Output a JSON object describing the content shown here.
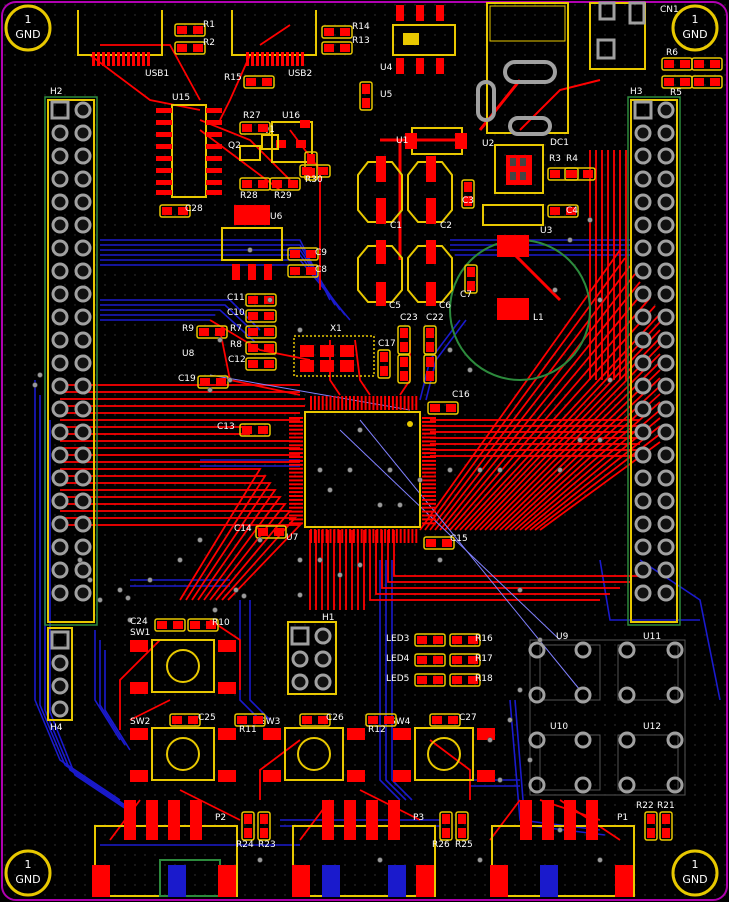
{
  "colors": {
    "background": "#000000",
    "board_outline": "#b000b0",
    "top_copper": "#ff0000",
    "bottom_copper": "#1a1acc",
    "silkscreen": "#f0d000",
    "silk_label": "#ffffff",
    "pad_yellow": "#e8c800",
    "via": "#9a9a9a",
    "grid_dot": "#3a3a3a",
    "hole": "#111111",
    "pad_gray": "#a0a0a0",
    "green_outline": "#2c8a3c",
    "ratsnest": "#8080ff"
  },
  "mounting_holes": [
    {
      "num": "1",
      "net": "GND"
    },
    {
      "num": "1",
      "net": "GND"
    },
    {
      "num": "1",
      "net": "GND"
    },
    {
      "num": "1",
      "net": "GND"
    }
  ],
  "headers": {
    "h2": "H2",
    "h3": "H3",
    "h4": "H4",
    "h1": "H1"
  },
  "designators": {
    "usb1": "USB1",
    "usb2": "USB2",
    "r1": "R1",
    "r2": "R2",
    "r14": "R14",
    "r13": "R13",
    "r15": "R15",
    "u4": "U4",
    "u5": "U5",
    "dc1": "DC1",
    "cn1": "CN1",
    "r6": "R6",
    "r5": "R5",
    "u15": "U15",
    "r27": "R27",
    "u16": "U16",
    "q2": "Q2",
    "q1": "Q1",
    "r28": "R28",
    "r29": "R29",
    "r30": "R30",
    "c28": "C28",
    "u6": "U6",
    "c9": "C9",
    "c8": "C8",
    "u1": "U1",
    "u2": "U2",
    "r3": "R3",
    "r4": "R4",
    "c3": "C3",
    "c4": "C4",
    "c1": "C1",
    "c2": "C2",
    "u3": "U3",
    "c5": "C5",
    "c6": "C6",
    "c7": "C7",
    "l1": "L1",
    "c11": "C11",
    "c10": "C10",
    "r9": "R9",
    "r7": "R7",
    "r8": "R8",
    "u8": "U8",
    "c12": "C12",
    "c19": "C19",
    "x1": "X1",
    "c23": "C23",
    "c22": "C22",
    "c17": "C17",
    "c16": "C16",
    "c13": "C13",
    "c14": "C14",
    "u7": "U7",
    "c15": "C15",
    "c24": "C24",
    "sw1": "SW1",
    "r10": "R10",
    "led3": "LED3",
    "led4": "LED4",
    "led5": "LED5",
    "r16": "R16",
    "r17": "R17",
    "r18": "R18",
    "u9": "U9",
    "u11": "U11",
    "u10": "U10",
    "u12": "U12",
    "sw2": "SW2",
    "c25": "C25",
    "r11": "R11",
    "sw3": "SW3",
    "c26": "C26",
    "r12": "R12",
    "sw4": "SW4",
    "c27": "C27",
    "p2": "P2",
    "p3": "P3",
    "p1": "P1",
    "r24": "R24",
    "r23": "R23",
    "r26": "R26",
    "r25": "R25",
    "r22": "R22",
    "r21": "R21"
  }
}
